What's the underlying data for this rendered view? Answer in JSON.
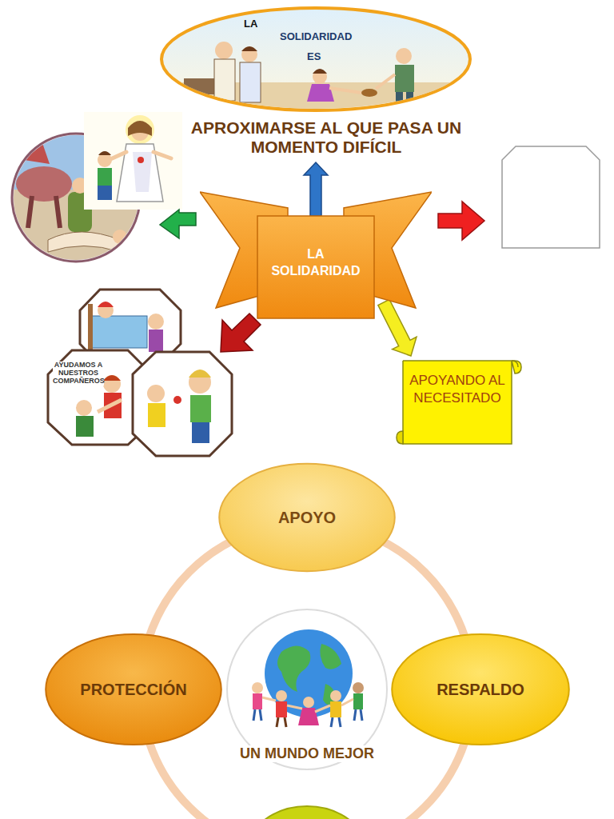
{
  "diagram": {
    "nodes": [
      {
        "text": [
          "LA",
          "SOLIDARIDAD",
          "ES",
          "APROXIMARSE AL QUE PASA UN MOMENTO DIFÍCIL"
        ]
      },
      {
        "text": [
          "LA SOLIDARIDAD"
        ]
      },
      {
        "text": [
          "APOYANDO AL NECESITADO"
        ]
      },
      {
        "text": [
          "APOYO"
        ]
      },
      {
        "text": [
          "PROTECCIÓN"
        ]
      },
      {
        "text": [
          "UN MUNDO MEJOR"
        ]
      },
      {
        "text": [
          "RESPALDO"
        ]
      }
    ],
    "edges": [
      {
        "from": 1,
        "to": 0,
        "arrow": "to"
      },
      {
        "from": 1,
        "to": 2,
        "arrow": "to"
      }
    ],
    "labels": [
      "AYUDAMOS A NUESTROS COMPAÑEROS"
    ]
  }
}
